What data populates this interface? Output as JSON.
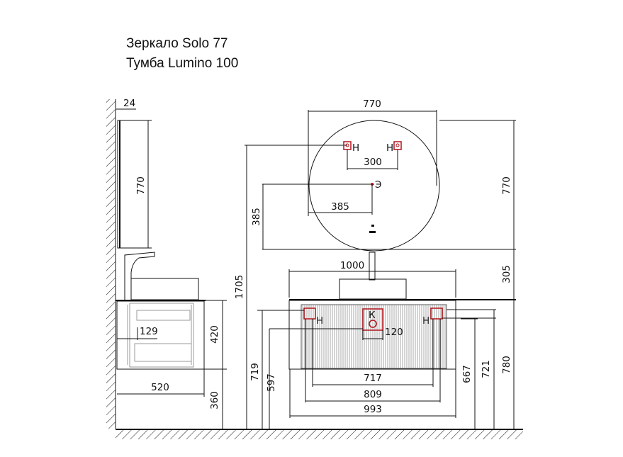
{
  "titles": {
    "mirror": "Зеркало Solo 77",
    "cabinet": "Тумба Lumino 100"
  },
  "side_view": {
    "mirror_depth": "24",
    "mirror_height": "770",
    "drain_offset": "129",
    "cabinet_height": "420",
    "cabinet_depth": "520",
    "floor_to_cabinet": "360",
    "total_height": "1705"
  },
  "front_view": {
    "mirror_width": "770",
    "mirror_height": "770",
    "mount_spacing": "300",
    "socket_offset": "385",
    "socket_height": "385",
    "socket_label": "Э",
    "mount_label_left": "Н",
    "mount_label_right": "Н",
    "drain_label": "К",
    "countertop_width": "1000",
    "mirror_gap": "305",
    "drain_width": "120",
    "inner_width_1": "717",
    "inner_width_2": "809",
    "inner_width_3": "993",
    "height_719": "719",
    "height_597": "597",
    "height_667": "667",
    "height_721": "721",
    "total_cabinet_height": "780"
  },
  "colors": {
    "line": "#111111",
    "mount_marker": "#b3141b",
    "facade_texture": "#9a9a9a"
  }
}
